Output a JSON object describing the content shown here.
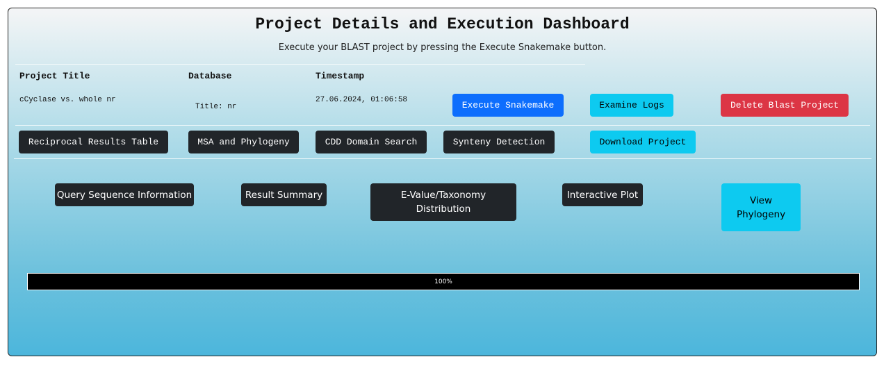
{
  "header": {
    "title": "Project Details and Execution Dashboard",
    "subtitle": "Execute your BLAST project by pressing the Execute Snakemake button."
  },
  "table": {
    "headers": [
      "Project Title",
      "Database",
      "Timestamp"
    ],
    "project_title": "cCyclase vs. whole nr",
    "database": "Title: nr",
    "timestamp": "27.06.2024, 01:06:58"
  },
  "actions": {
    "execute": "Execute Snakemake",
    "logs": "Examine Logs",
    "delete": "Delete Blast Project"
  },
  "tools": {
    "reciprocal": "Reciprocal Results Table",
    "msa": "MSA and Phylogeny",
    "cdd": "CDD Domain Search",
    "synteny": "Synteny Detection",
    "download": "Download Project"
  },
  "results": {
    "query_info": "Query Sequence Information",
    "summary": "Result Summary",
    "evalue": "E-Value/Taxonomy Distribution",
    "plot": "Interactive Plot",
    "phylogeny": "View Phylogeny"
  },
  "progress": {
    "value": 1.0,
    "label": "100%"
  },
  "colors": {
    "dark_button": "#212529",
    "primary_button": "#0d6efd",
    "info_button": "#0dcaf0",
    "danger_button": "#dc3545",
    "progress_bar": "#000000"
  }
}
